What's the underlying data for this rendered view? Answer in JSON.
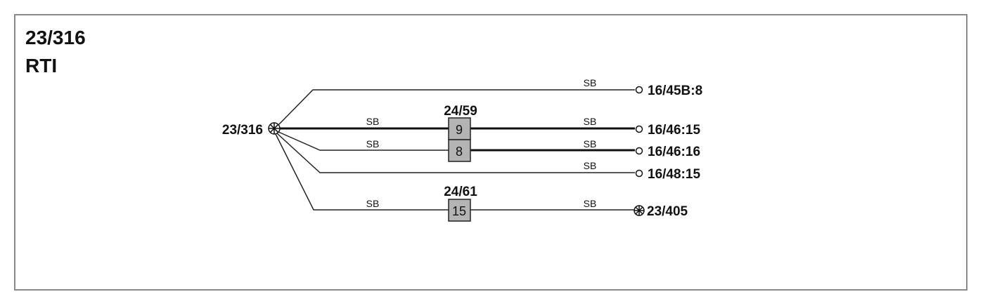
{
  "header": {
    "id": "23/316",
    "name": "RTI"
  },
  "diagram": {
    "source_label": "23/316",
    "wire_color_code": "SB",
    "connectors": [
      {
        "id": "24/59",
        "pins": [
          "9",
          "8"
        ]
      },
      {
        "id": "24/61",
        "pins": [
          "15"
        ]
      }
    ],
    "destinations": [
      "16/45B:8",
      "16/46:15",
      "16/46:16",
      "16/48:15",
      "23/405"
    ]
  }
}
